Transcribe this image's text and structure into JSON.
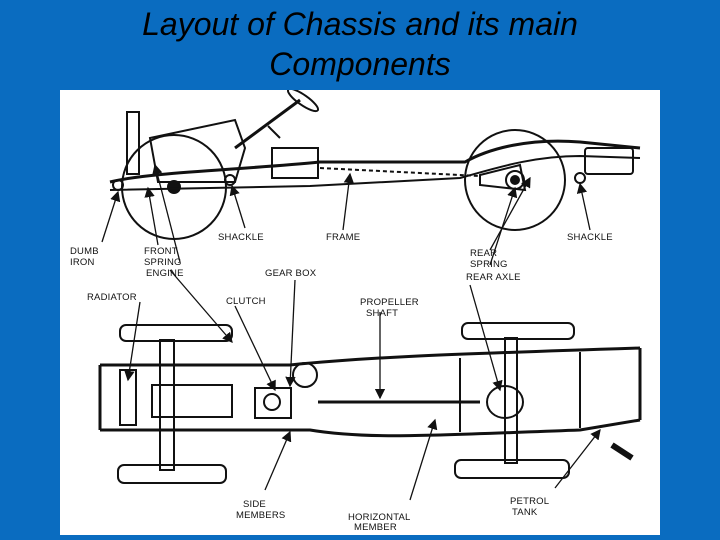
{
  "title": {
    "line1": "Layout of Chassis and its main",
    "line2": "Components"
  },
  "labels": {
    "dumb_iron_1": "DUMB",
    "dumb_iron_2": "IRON",
    "front_spring_1": "FRONT",
    "front_spring_2": "SPRING",
    "engine": "ENGINE",
    "shackle_front": "SHACKLE",
    "frame": "FRAME",
    "rear_spring_1": "REAR",
    "rear_spring_2": "SPRING",
    "rear_axle": "REAR AXLE",
    "shackle_rear": "SHACKLE",
    "gear_box": "GEAR BOX",
    "radiator": "RADIATOR",
    "clutch": "CLUTCH",
    "propeller_shaft_1": "PROPELLER",
    "propeller_shaft_2": "SHAFT",
    "side_members_1": "SIDE",
    "side_members_2": "MEMBERS",
    "horizontal_member_1": "HORIZONTAL",
    "horizontal_member_2": "MEMBER",
    "petrol_tank_1": "PETROL",
    "petrol_tank_2": "TANK"
  },
  "colors": {
    "background": "#0a6cc0",
    "diagram_bg": "#ffffff",
    "ink": "#111111"
  }
}
